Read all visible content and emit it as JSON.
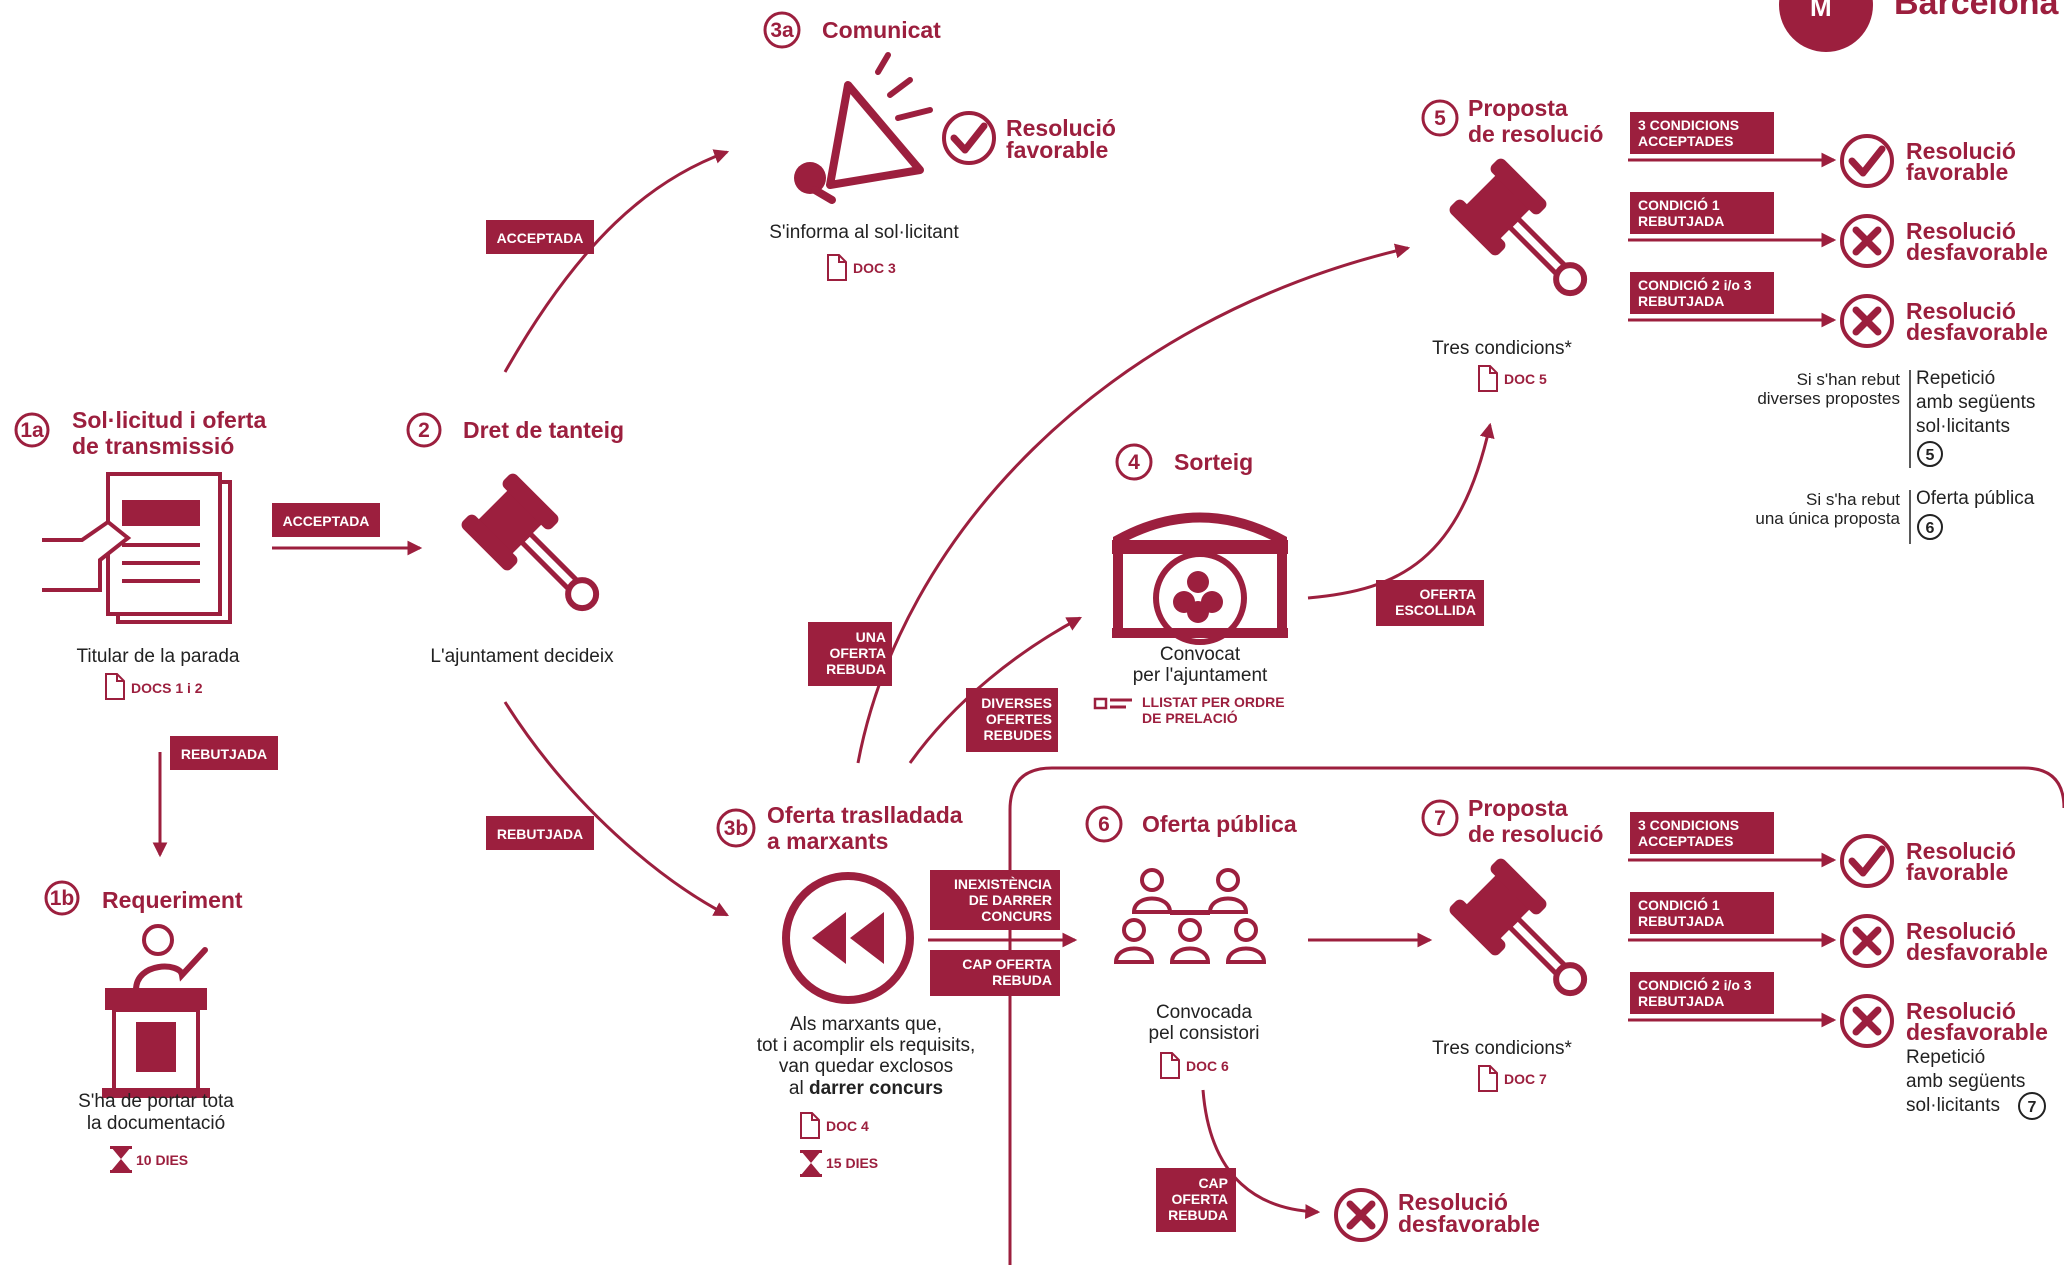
{
  "brand": {
    "name": "Barcelona"
  },
  "colors": {
    "primary": "#9c1f3e",
    "text": "#222222",
    "background": "#ffffff"
  },
  "steps": {
    "s1a": {
      "num": "1a",
      "title": [
        "Sol·licitud i oferta",
        "de transmissió"
      ],
      "caption": [
        "Titular de la parada"
      ],
      "doc": "DOCS 1 i 2",
      "icon": "document-hand-icon"
    },
    "s1b": {
      "num": "1b",
      "title": [
        "Requeriment"
      ],
      "caption": [
        "S'ha de portar tota",
        "la documentació"
      ],
      "time": "10 DIES",
      "icon": "speaker-podium-icon"
    },
    "s2": {
      "num": "2",
      "title": [
        "Dret de tanteig"
      ],
      "caption": [
        "L'ajuntament decideix"
      ],
      "icon": "gavel-icon"
    },
    "s3a": {
      "num": "3a",
      "title": [
        "Comunicat"
      ],
      "caption": [
        "S'informa al sol·licitant"
      ],
      "doc": "DOC 3",
      "result": [
        "Resolució",
        "favorable"
      ],
      "icon": "megaphone-icon"
    },
    "s3b": {
      "num": "3b",
      "title": [
        "Oferta traslladada",
        "a marxants"
      ],
      "caption": [
        "Als marxants que,",
        "tot i acomplir els requisits,",
        "van quedar exclosos"
      ],
      "caption_end_plain": "al ",
      "caption_end_bold": "darrer concurs",
      "doc": "DOC 4",
      "time": "15 DIES",
      "icon": "rewind-icon"
    },
    "s4": {
      "num": "4",
      "title": [
        "Sorteig"
      ],
      "caption": [
        "Convocat",
        "per l'ajuntament"
      ],
      "list": [
        "LLISTAT PER ORDRE",
        "DE PRELACIÓ"
      ],
      "icon": "lottery-drum-icon"
    },
    "s5": {
      "num": "5",
      "title": [
        "Proposta",
        "de resolució"
      ],
      "caption": [
        "Tres condicions*"
      ],
      "doc": "DOC 5",
      "icon": "gavel-icon"
    },
    "s6": {
      "num": "6",
      "title": [
        "Oferta pública"
      ],
      "caption": [
        "Convocada",
        "pel consistori"
      ],
      "doc": "DOC 6",
      "icon": "people-group-icon"
    },
    "s7": {
      "num": "7",
      "title": [
        "Proposta",
        "de resolució"
      ],
      "caption": [
        "Tres condicions*"
      ],
      "doc": "DOC 7",
      "icon": "gavel-icon"
    }
  },
  "labels": {
    "l1": [
      "ACCEPTADA"
    ],
    "l2": [
      "REBUTJADA"
    ],
    "l3": [
      "ACCEPTADA"
    ],
    "l4": [
      "REBUTJADA"
    ],
    "l5": [
      "UNA",
      "OFERTA",
      "REBUDA"
    ],
    "l6": [
      "DIVERSES",
      "OFERTES",
      "REBUDES"
    ],
    "l7": [
      "OFERTA",
      "ESCOLLIDA"
    ],
    "l8": [
      "INEXISTÈNCIA",
      "DE DARRER",
      "CONCURS"
    ],
    "l9": [
      "CAP OFERTA",
      "REBUDA"
    ],
    "l10": [
      "CAP",
      "OFERTA",
      "REBUDA"
    ]
  },
  "conditions5": [
    {
      "label": [
        "3 CONDICIONS",
        "ACCEPTADES"
      ],
      "result": [
        "Resolució",
        "favorable"
      ],
      "outcome": "favorable"
    },
    {
      "label": [
        "CONDICIÓ 1",
        "REBUTJADA"
      ],
      "result": [
        "Resolució",
        "desfavorable"
      ],
      "outcome": "desfavorable"
    },
    {
      "label": [
        "CONDICIÓ 2 i/o 3",
        "REBUTJADA"
      ],
      "result": [
        "Resolució",
        "desfavorable"
      ],
      "outcome": "desfavorable"
    }
  ],
  "conditions7": [
    {
      "label": [
        "3 CONDICIONS",
        "ACCEPTADES"
      ],
      "result": [
        "Resolució",
        "favorable"
      ],
      "outcome": "favorable"
    },
    {
      "label": [
        "CONDICIÓ 1",
        "REBUTJADA"
      ],
      "result": [
        "Resolució",
        "desfavorable"
      ],
      "outcome": "desfavorable"
    },
    {
      "label": [
        "CONDICIÓ 2 i/o 3",
        "REBUTJADA"
      ],
      "result": [
        "Resolució",
        "desfavorable"
      ],
      "outcome": "desfavorable"
    }
  ],
  "notes5": {
    "many": {
      "cond": [
        "Si s'han rebut",
        "diverses propostes"
      ],
      "text": [
        "Repetició",
        "amb següents",
        "sol·licitants"
      ],
      "num": "5"
    },
    "one": {
      "cond": [
        "Si s'ha rebut",
        "una única proposta"
      ],
      "text": [
        "Oferta pública"
      ],
      "num": "6"
    }
  },
  "note7": {
    "text": [
      "Repetició",
      "amb següents",
      "sol·licitants"
    ],
    "num": "7"
  },
  "result6": {
    "text": [
      "Resolució",
      "desfavorable"
    ]
  }
}
